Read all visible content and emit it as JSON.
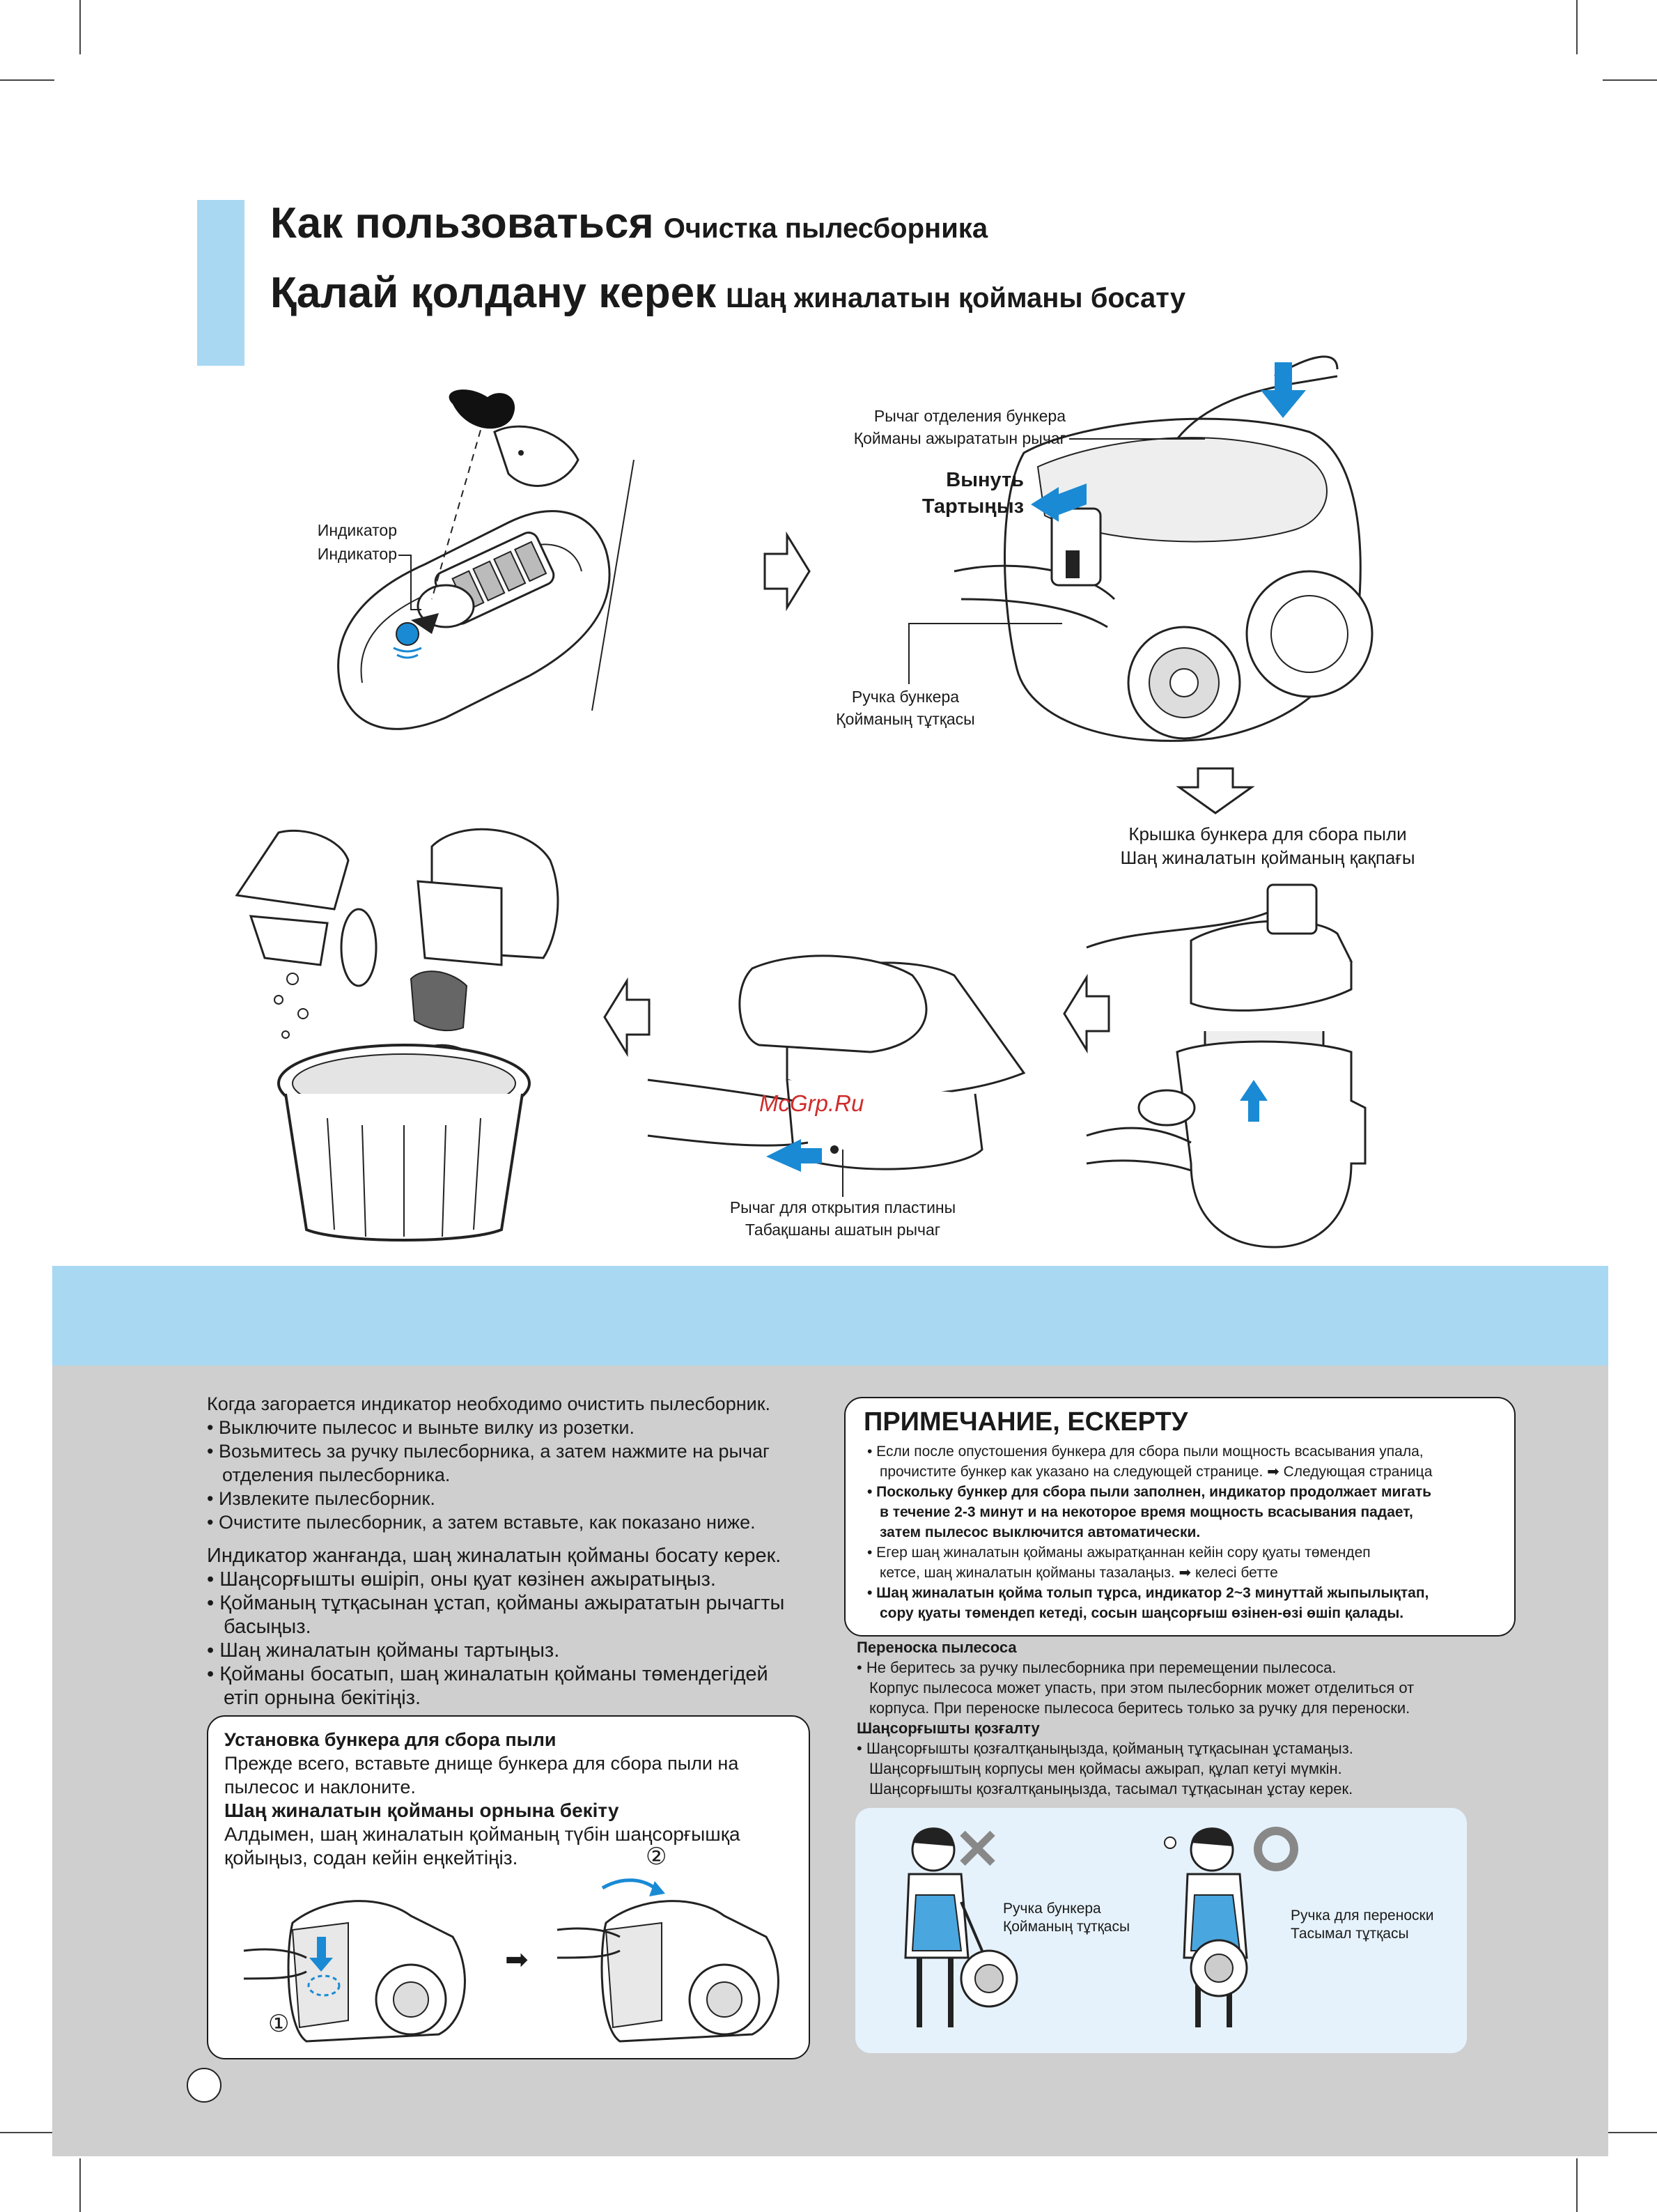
{
  "header": {
    "title_ru": "Как пользоваться",
    "subtitle_ru": "Очистка пылесборника",
    "title_kz": "Қалай қолдану керек",
    "subtitle_kz": "Шаң жиналатын қойманы босату"
  },
  "step1": {
    "indicator_ru": "Индикатор",
    "indicator_kz": "Индикатор"
  },
  "step2": {
    "lever_ru": "Рычаг отделения бункера",
    "lever_kz": "Қойманы ажырататын рычаг",
    "pull_ru": "Вынуть",
    "pull_kz": "Тартыңыз",
    "handle_ru": "Ручка бункера",
    "handle_kz": "Қойманың тұтқасы"
  },
  "step3": {
    "cover_ru": "Крышка бункера для сбора пыли",
    "cover_kz": "Шаң жиналатын қойманың қақпағы"
  },
  "step4": {
    "plate_lever_ru": "Рычаг для открытия пластины",
    "plate_lever_kz": "Табақшаны ашатын рычаг"
  },
  "watermark": "McGrp.Ru",
  "instructions_ru": {
    "intro": "Когда загорается индикатор необходимо очистить пылесборник.",
    "items": [
      "Выключите пылесос и выньте вилку из розетки.",
      "Возьмитесь за ручку пылесборника, а затем нажмите на рычаг",
      "отделения пылесборника.",
      "Извлеките пылесборник.",
      "Очистите пылесборник, а затем вставьте, как показано ниже."
    ]
  },
  "instructions_kz": {
    "intro": "Индикатор жанғанда, шаң жиналатын қойманы босату керек.",
    "items": [
      "Шаңсорғышты өшіріп, оны қуат көзінен ажыратыңыз.",
      "Қойманың тұтқасынан ұстап, қойманы ажырататын рычагты",
      "басыңыз.",
      "Шаң жиналатын қойманы тартыңыз.",
      "Қойманы босатып, шаң жиналатын қойманы төмендегідей",
      "етіп орнына бекітіңіз."
    ]
  },
  "install_box": {
    "title_ru": "Установка бункера для сбора пыли",
    "text_ru_1": "Прежде всего, вставьте днище бункера для сбора пыли на",
    "text_ru_2": "пылесос и наклоните.",
    "title_kz": "Шаң жиналатын қойманы орнына бекіту",
    "text_kz_1": "Алдымен, шаң жиналатын қойманың түбін шаңсорғышқа",
    "text_kz_2": "қойыңыз, содан кейін еңкейтіңіз.",
    "step1_mark": "①",
    "step2_mark": "②"
  },
  "note": {
    "title": "ПРИМЕЧАНИЕ, ЕСКЕРТУ",
    "line1": "• Если после опустошения бункера для сбора пыли мощность всасывания упала,",
    "line2": "прочистите бункер как указано на следующей странице. ➡ Следующая страница",
    "line3": "• Поскольку бункер для сбора пыли заполнен, индикатор продолжает мигать",
    "line4": "в течение 2-3 минут и на некоторое время мощность всасывания падает,",
    "line5": "затем пылесос выключится автоматически.",
    "line6": "• Егер шаң жиналатын қойманы ажыратқаннан кейін сору қуаты төмендеп",
    "line7": "кетсе, шаң жиналатын қойманы тазалаңыз. ➡ келесі бетте",
    "line8": "• Шаң жиналатын қойма толып тұрса, индикатор 2~3 минуттай жыпылықтап,",
    "line9": "сору қуаты төмендеп кетеді, сосын шаңсорғыш өзінен-өзі өшіп қалады."
  },
  "carry": {
    "title_ru": "Переноска пылесоса",
    "line1": "• Не беритесь за ручку пылесборника при перемещении пылесоса.",
    "line2": "Корпус пылесоса может упасть, при этом пылесборник может отделиться от",
    "line3": "корпуса. При переноске пылесоса беритесь только за ручку для переноски.",
    "title_kz": "Шаңсорғышты қозғалту",
    "line4": "• Шаңсорғышты қозғалтқаныңызда, қойманың тұтқасынан ұстамаңыз.",
    "line5": "Шаңсорғыштың корпусы мен қоймасы ажырап, құлап кетуі мүмкін.",
    "line6": "Шаңсорғышты қозғалтқаныңызда, тасымал тұтқасынан ұстау керек."
  },
  "carry_illustration": {
    "wrong_label_ru": "Ручка бункера",
    "wrong_label_kz": "Қойманың тұтқасы",
    "right_label_ru": "Ручка для переноски",
    "right_label_kz": "Тасымал тұтқасы"
  },
  "colors": {
    "accent_blue": "#a9d8f3",
    "arrow_blue": "#1a8ad4",
    "gray_bg": "#cfcfd0",
    "pale_blue": "#e6f2fb"
  }
}
